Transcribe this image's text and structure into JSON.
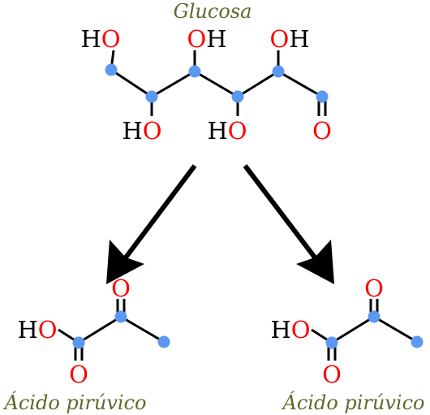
{
  "glucose": {
    "caption": "Glucosa",
    "labels": {
      "ho_top_left": [
        "H",
        "O"
      ],
      "oh_top_mid": [
        "O",
        "H"
      ],
      "oh_top_right": [
        "O",
        "H"
      ],
      "ho_bottom_left": [
        "H",
        "O"
      ],
      "ho_bottom_mid": [
        "H",
        "O"
      ],
      "o_aldehyde": "O"
    }
  },
  "products": [
    {
      "caption": "Ácido pirúvico",
      "hydroxyl": [
        "H",
        "O"
      ],
      "carbonyl_o": "O",
      "acid_o": "O"
    },
    {
      "caption": "Ácido pirúvico",
      "hydroxyl": [
        "H",
        "O"
      ],
      "carbonyl_o": "O",
      "acid_o": "O"
    }
  ],
  "colors": {
    "carbon": "#5a98f2",
    "oxygen": "#ff0000",
    "hydrogen": "#000000",
    "caption": "#5b6b2c",
    "bond": "#000000"
  }
}
